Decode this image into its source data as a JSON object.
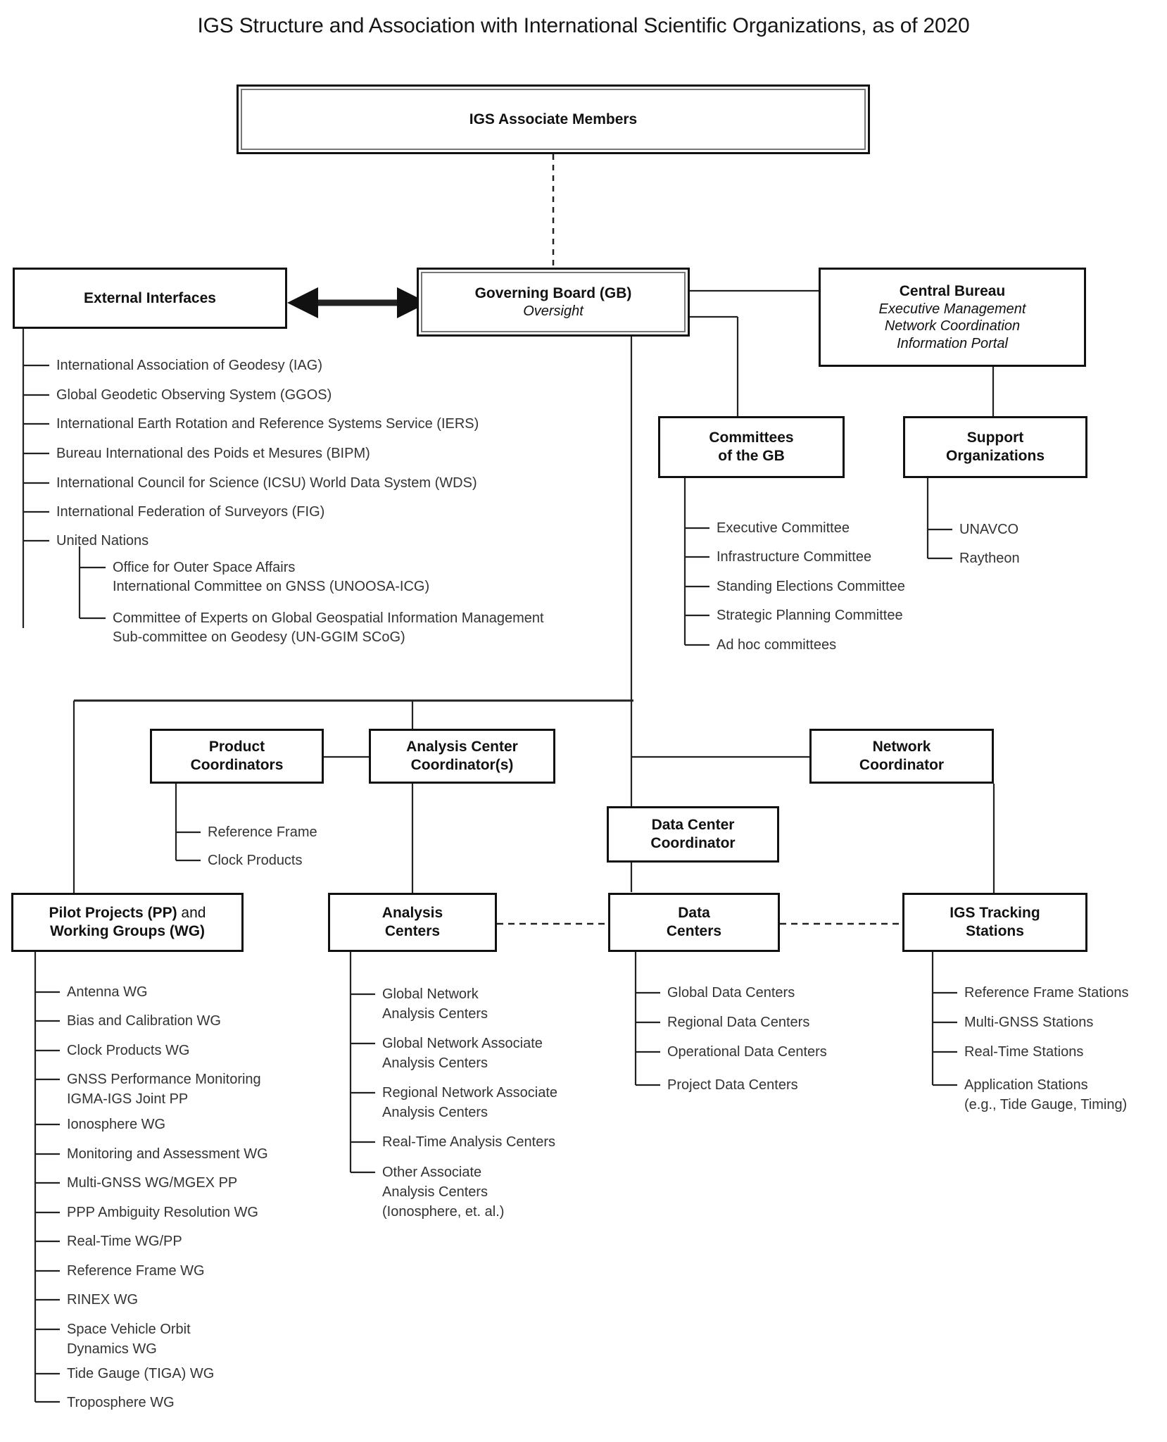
{
  "title": "IGS Structure and Association with International Scientific Organizations, as of 2020",
  "boxes": {
    "associate_members": {
      "title": "IGS Associate Members"
    },
    "external_interfaces": {
      "title": "External Interfaces"
    },
    "governing_board": {
      "title": "Governing Board (GB)",
      "subtitle": "Oversight"
    },
    "central_bureau": {
      "title": "Central Bureau",
      "line1": "Executive Management",
      "line2": "Network Coordination",
      "line3": "Information Portal"
    },
    "committees_gb": {
      "line1": "Committees",
      "line2": "of the GB"
    },
    "support_orgs": {
      "line1": "Support",
      "line2": "Organizations"
    },
    "product_coordinators": {
      "line1": "Product",
      "line2": "Coordinators"
    },
    "analysis_center_coordinator": {
      "line1": "Analysis Center",
      "line2": "Coordinator(s)"
    },
    "network_coordinator": {
      "line1": "Network",
      "line2": "Coordinator"
    },
    "data_center_coordinator": {
      "line1": "Data Center",
      "line2": "Coordinator"
    },
    "pilot_projects": {
      "line1a": "Pilot Projects (PP)",
      "line1b": " and",
      "line2": "Working Groups (WG)"
    },
    "analysis_centers": {
      "line1": "Analysis",
      "line2": "Centers"
    },
    "data_centers": {
      "line1": "Data",
      "line2": "Centers"
    },
    "tracking_stations": {
      "line1a": "IGS Tracking",
      "line2": "Stations"
    }
  },
  "lists": {
    "external_interfaces": [
      "International Association of Geodesy (IAG)",
      "Global Geodetic Observing System (GGOS)",
      "International Earth Rotation and Reference Systems Service (IERS)",
      "Bureau International des Poids et Mesures (BIPM)",
      "International Council for Science (ICSU) World Data System (WDS)",
      "International Federation of Surveyors (FIG)",
      "United Nations"
    ],
    "united_nations": [
      [
        "Office for Outer Space Affairs",
        "International Committee on GNSS (UNOOSA-ICG)"
      ],
      [
        "Committee of Experts on Global Geospatial Information Management",
        "Sub-committee on Geodesy (UN-GGIM SCoG)"
      ]
    ],
    "committees_gb": [
      "Executive Committee",
      "Infrastructure Committee",
      "Standing Elections Committee",
      "Strategic Planning Committee",
      "Ad hoc committees"
    ],
    "support_orgs": [
      "UNAVCO",
      "Raytheon"
    ],
    "product_coordinators": [
      "Reference Frame",
      "Clock Products"
    ],
    "pilot_projects": [
      [
        "Antenna WG"
      ],
      [
        "Bias and Calibration WG"
      ],
      [
        "Clock Products WG"
      ],
      [
        "GNSS Performance Monitoring",
        "IGMA-IGS Joint PP"
      ],
      [
        "Ionosphere WG"
      ],
      [
        "Monitoring and Assessment WG"
      ],
      [
        "Multi-GNSS WG/MGEX PP"
      ],
      [
        "PPP Ambiguity Resolution WG"
      ],
      [
        "Real-Time WG/PP"
      ],
      [
        "Reference Frame WG"
      ],
      [
        "RINEX WG"
      ],
      [
        "Space Vehicle Orbit",
        "Dynamics WG"
      ],
      [
        "Tide Gauge (TIGA) WG"
      ],
      [
        "Troposphere WG"
      ]
    ],
    "analysis_centers": [
      [
        "Global Network",
        "Analysis Centers"
      ],
      [
        "Global Network Associate",
        "Analysis Centers"
      ],
      [
        "Regional Network Associate",
        "Analysis Centers"
      ],
      [
        "Real-Time Analysis Centers"
      ],
      [
        "Other Associate",
        "Analysis Centers",
        "(Ionosphere, et. al.)"
      ]
    ],
    "data_centers": [
      [
        "Global Data Centers"
      ],
      [
        "Regional Data Centers"
      ],
      [
        "Operational Data Centers"
      ],
      [
        "Project Data Centers"
      ]
    ],
    "tracking_stations": [
      [
        "Reference Frame Stations"
      ],
      [
        "Multi-GNSS Stations"
      ],
      [
        "Real-Time Stations"
      ],
      [
        "Application Stations",
        "(e.g., Tide Gauge, Timing)"
      ]
    ]
  },
  "colors": {
    "ink": "#111111",
    "list_text": "#333333",
    "line": "#222222",
    "background": "#ffffff"
  }
}
